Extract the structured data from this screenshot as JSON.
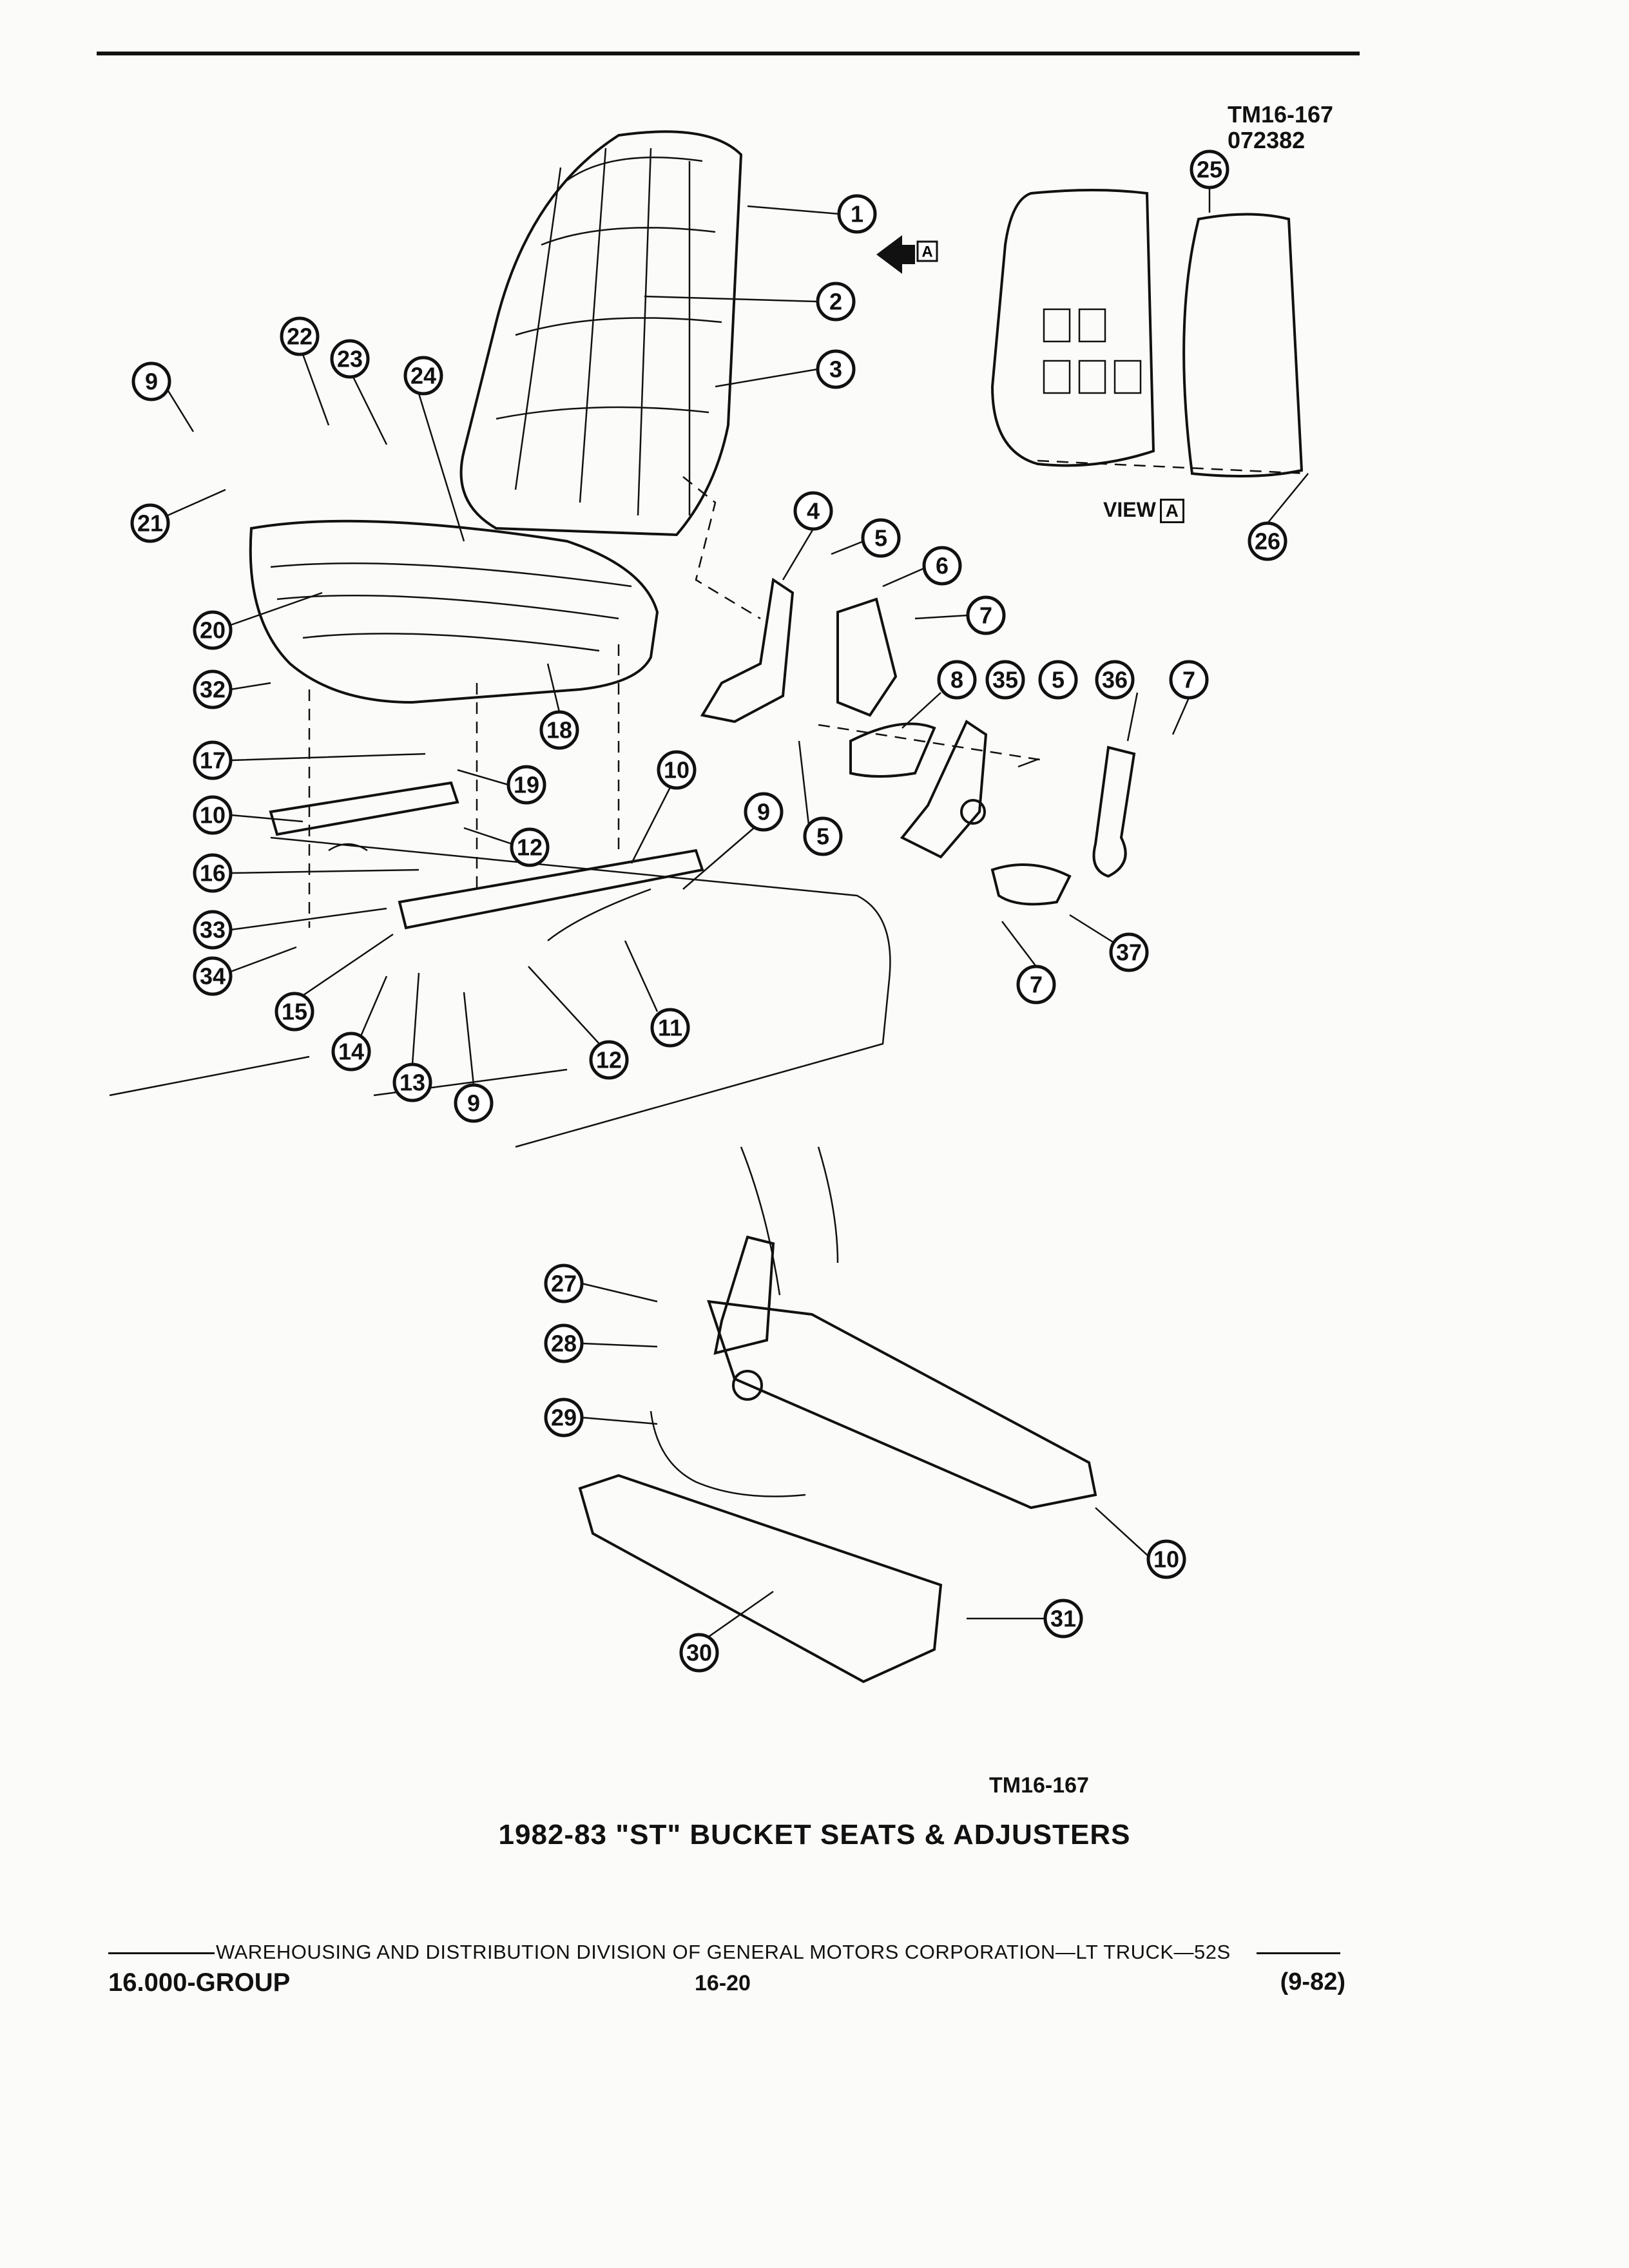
{
  "header": {
    "drawing_ref": "TM16-167",
    "drawing_date_code": "072382"
  },
  "view_label": {
    "text": "VIEW",
    "box_letter": "A"
  },
  "view_arrow_letter": "A",
  "callouts": [
    "1",
    "2",
    "3",
    "4",
    "5",
    "6",
    "7",
    "8",
    "9",
    "10",
    "11",
    "12",
    "13",
    "14",
    "15",
    "16",
    "17",
    "18",
    "19",
    "20",
    "21",
    "22",
    "23",
    "24",
    "25",
    "26",
    "27",
    "28",
    "29",
    "30",
    "31",
    "32",
    "33",
    "34",
    "35",
    "36",
    "37"
  ],
  "drawing_ref_bottom": "TM16-167",
  "figure_title": "1982-83 \"ST\" BUCKET SEATS & ADJUSTERS",
  "footer": {
    "publisher_line": "WAREHOUSING AND DISTRIBUTION  DIVISION OF GENERAL MOTORS CORPORATION—LT TRUCK—52S",
    "group": "16.000-GROUP",
    "page": "16-20",
    "date": "(9-82)"
  }
}
